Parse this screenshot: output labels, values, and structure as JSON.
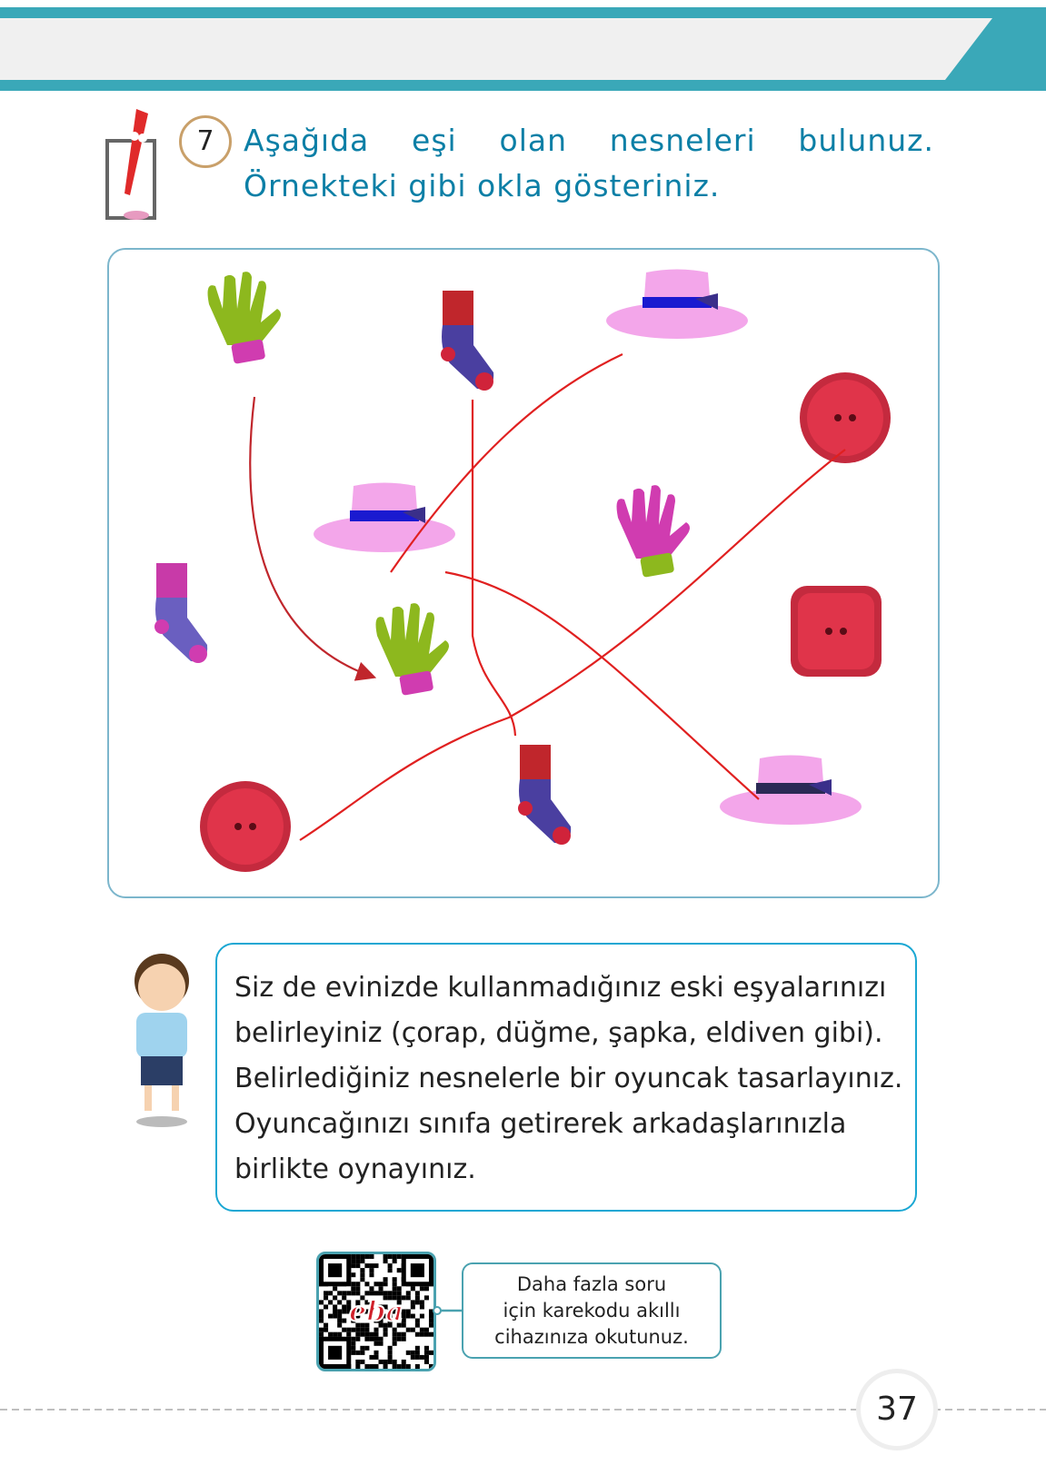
{
  "question": {
    "number": "7",
    "text": "Aşağıda eşi olan nesneleri bulunuz. Örnekteki gibi okla gösteriniz."
  },
  "exercise": {
    "objects": [
      "glove",
      "sock",
      "hat",
      "button",
      "hat",
      "glove",
      "square-button",
      "sock",
      "glove",
      "button",
      "sock",
      "hat"
    ],
    "line_color": "#e02020"
  },
  "task": {
    "lines": [
      "Siz de evinizde kullanmadığınız eski eşyalarınızı",
      "belirleyiniz (çorap, düğme, şapka, eldiven gibi).",
      "Belirlediğiniz nesnelerle bir oyuncak tasarlayınız.",
      "Oyuncağınızı sınıfa getirerek arkadaşlarınızla",
      "birlikte oynayınız."
    ]
  },
  "qr": {
    "logo": "eba",
    "note_lines": [
      "Daha fazla soru",
      "için karekodu akıllı",
      "cihazınıza okutunuz."
    ]
  },
  "page_number": "37",
  "colors": {
    "teal": "#3aa8b8",
    "title": "#0b7fa6",
    "box_border": "#1aa7d3"
  }
}
